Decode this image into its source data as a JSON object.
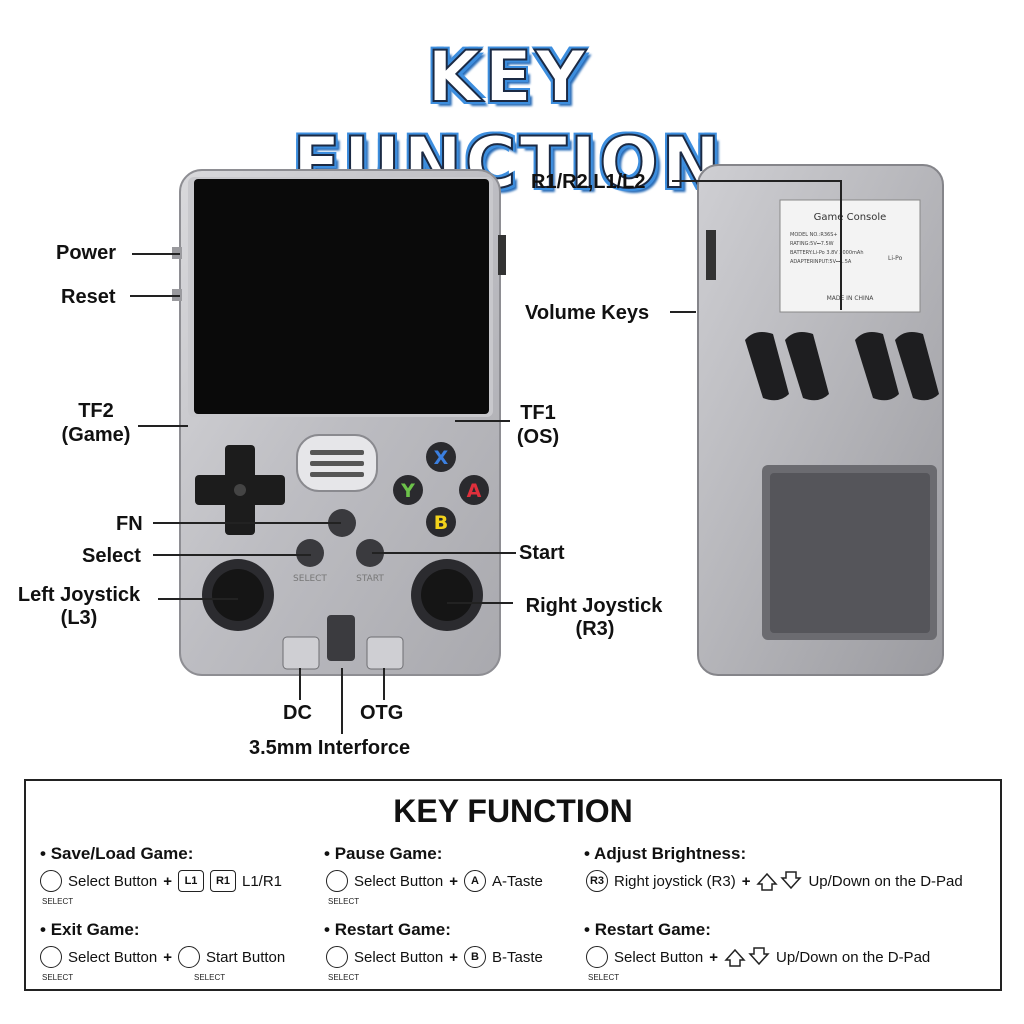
{
  "banner": "KEY FUNCTION",
  "labels": {
    "power": "Power",
    "reset": "Reset",
    "tf2": "TF2",
    "tf2_sub": "(Game)",
    "tf1": "TF1",
    "tf1_sub": "(OS)",
    "fn": "FN",
    "select": "Select",
    "start": "Start",
    "left_joystick": "Left Joystick",
    "left_joystick_sub": "(L3)",
    "right_joystick": "Right Joystick",
    "right_joystick_sub": "(R3)",
    "dc": "DC",
    "otg": "OTG",
    "audio": "3.5mm Interforce",
    "shoulder": "R1/R2,L1/L2",
    "volume": "Volume Keys"
  },
  "device": {
    "buttons": {
      "x": "X",
      "y": "Y",
      "a": "A",
      "b": "B"
    },
    "select_print": "SELECT",
    "start_print": "START",
    "sticker": {
      "title": "Game Console",
      "lines": [
        "MODEL NO.:R36S+",
        "RATING:5V⎓7.5W",
        "BATTERY:Li-Po 3.8V 3000mAh",
        "ADAPTERINPUT:5V⎓1.5A"
      ],
      "made_in": "MADE IN CHINA",
      "battery_label": "Li-Po"
    },
    "colors": {
      "x": "#3b7fe0",
      "y": "#6cc24a",
      "a": "#e0303c",
      "b": "#f2d21b"
    }
  },
  "panel": {
    "title": "KEY FUNCTION",
    "select_caption": "SELECT",
    "functions": [
      {
        "title": "Save/Load Game:",
        "text1": "Select Button",
        "plus": "+",
        "badges": [
          "L1",
          "R1"
        ],
        "text2": "L1/R1"
      },
      {
        "title": "Pause Game:",
        "text1": "Select Button",
        "plus": "+",
        "badge": "A",
        "text2": "A-Taste"
      },
      {
        "title": "Adjust Brightness:",
        "badge": "R3",
        "text1": "Right joystick (R3)",
        "plus": "+",
        "text2": "Up/Down on the D-Pad"
      },
      {
        "title": "Exit Game:",
        "text1": "Select Button",
        "plus": "+",
        "text2": "Start Button"
      },
      {
        "title": "Restart Game:",
        "text1": "Select Button",
        "plus": "+",
        "badge": "B",
        "text2": "B-Taste"
      },
      {
        "title": "Restart Game:",
        "text1": "Select Button",
        "plus": "+",
        "text2": "Up/Down on the D-Pad"
      }
    ]
  }
}
